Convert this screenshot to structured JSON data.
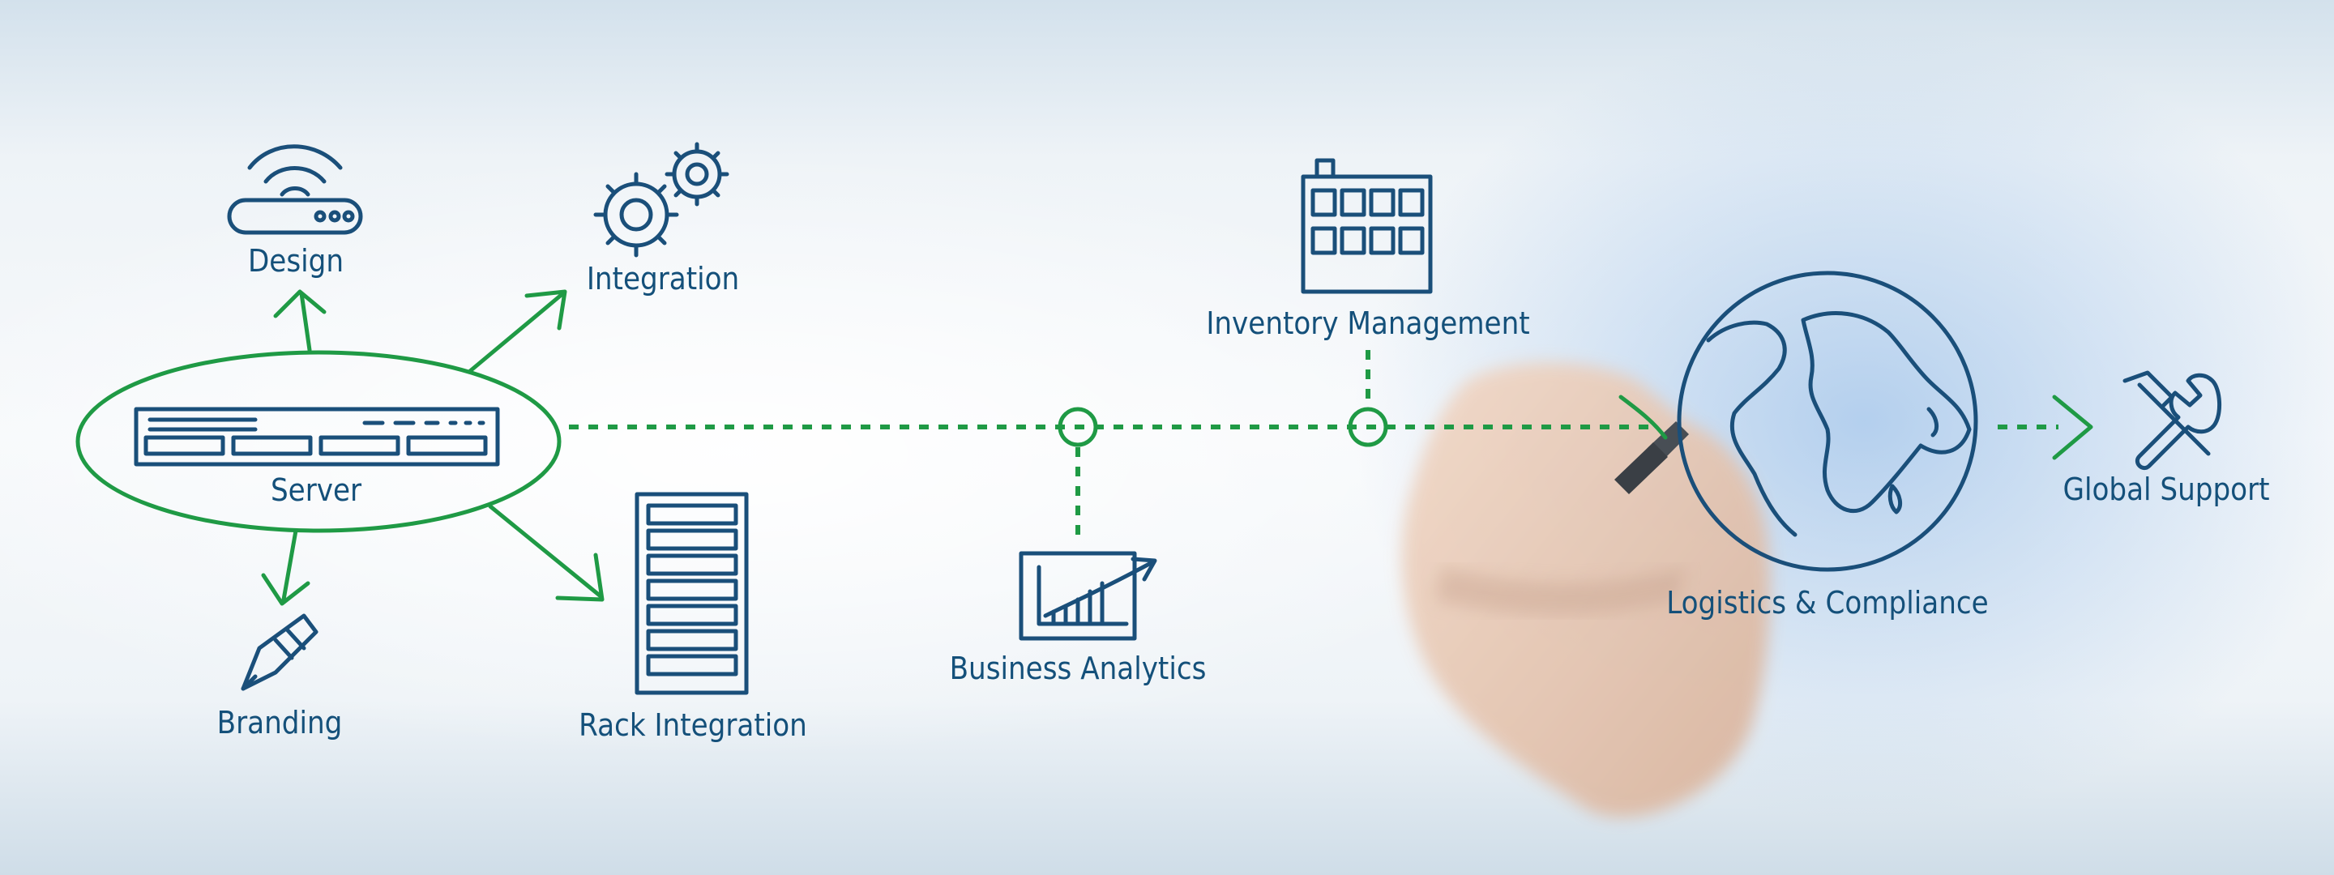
{
  "labels": {
    "design": "Design",
    "integration": "Integration",
    "server": "Server",
    "branding": "Branding",
    "rack_integration": "Rack Integration",
    "business_analytics": "Business Analytics",
    "inventory_management": "Inventory Management",
    "logistics_compliance": "Logistics & Compliance",
    "global_support": "Global Support"
  },
  "icons": [
    "router-icon",
    "gears-icon",
    "server-icon",
    "pencil-icon",
    "rack-icon",
    "chart-icon",
    "building-icon",
    "globe-icon",
    "tools-icon",
    "hand-with-marker"
  ],
  "colors": {
    "icon": "#1a4f7a",
    "connector": "#1f9a45",
    "text": "#14507a"
  }
}
